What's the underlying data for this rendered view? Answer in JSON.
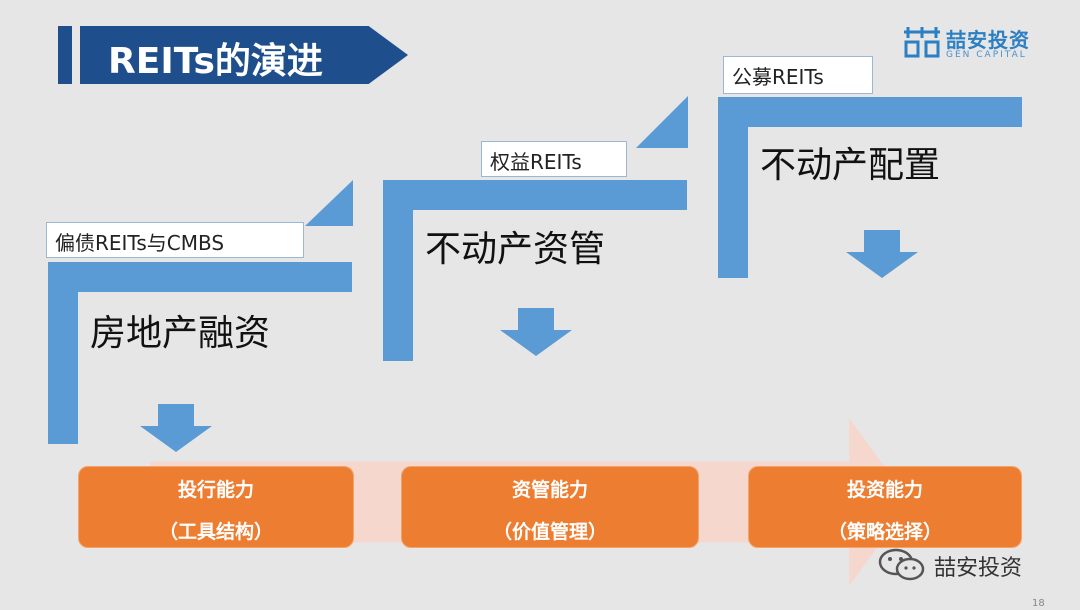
{
  "title": "REITs的演进",
  "logo": {
    "cn": "喆安投资",
    "en": "GEN CAPITAL"
  },
  "stages": [
    {
      "label": "偏债REITs与CMBS",
      "main": "房地产融资"
    },
    {
      "label": "权益REITs",
      "main": "不动产资管"
    },
    {
      "label": "公募REITs",
      "main": "不动产配置"
    }
  ],
  "capabilities": [
    {
      "name": "投行能力",
      "detail": "（工具结构）"
    },
    {
      "name": "资管能力",
      "detail": "（价值管理）"
    },
    {
      "name": "投资能力",
      "detail": "（策略选择）"
    }
  ],
  "watermark": "喆安投资",
  "page_number": "18",
  "colors": {
    "navy": "#1f4e8c",
    "step_blue": "#5b9bd5",
    "orange": "#ed7d31",
    "arrow_pink": "#f6d5cb"
  }
}
